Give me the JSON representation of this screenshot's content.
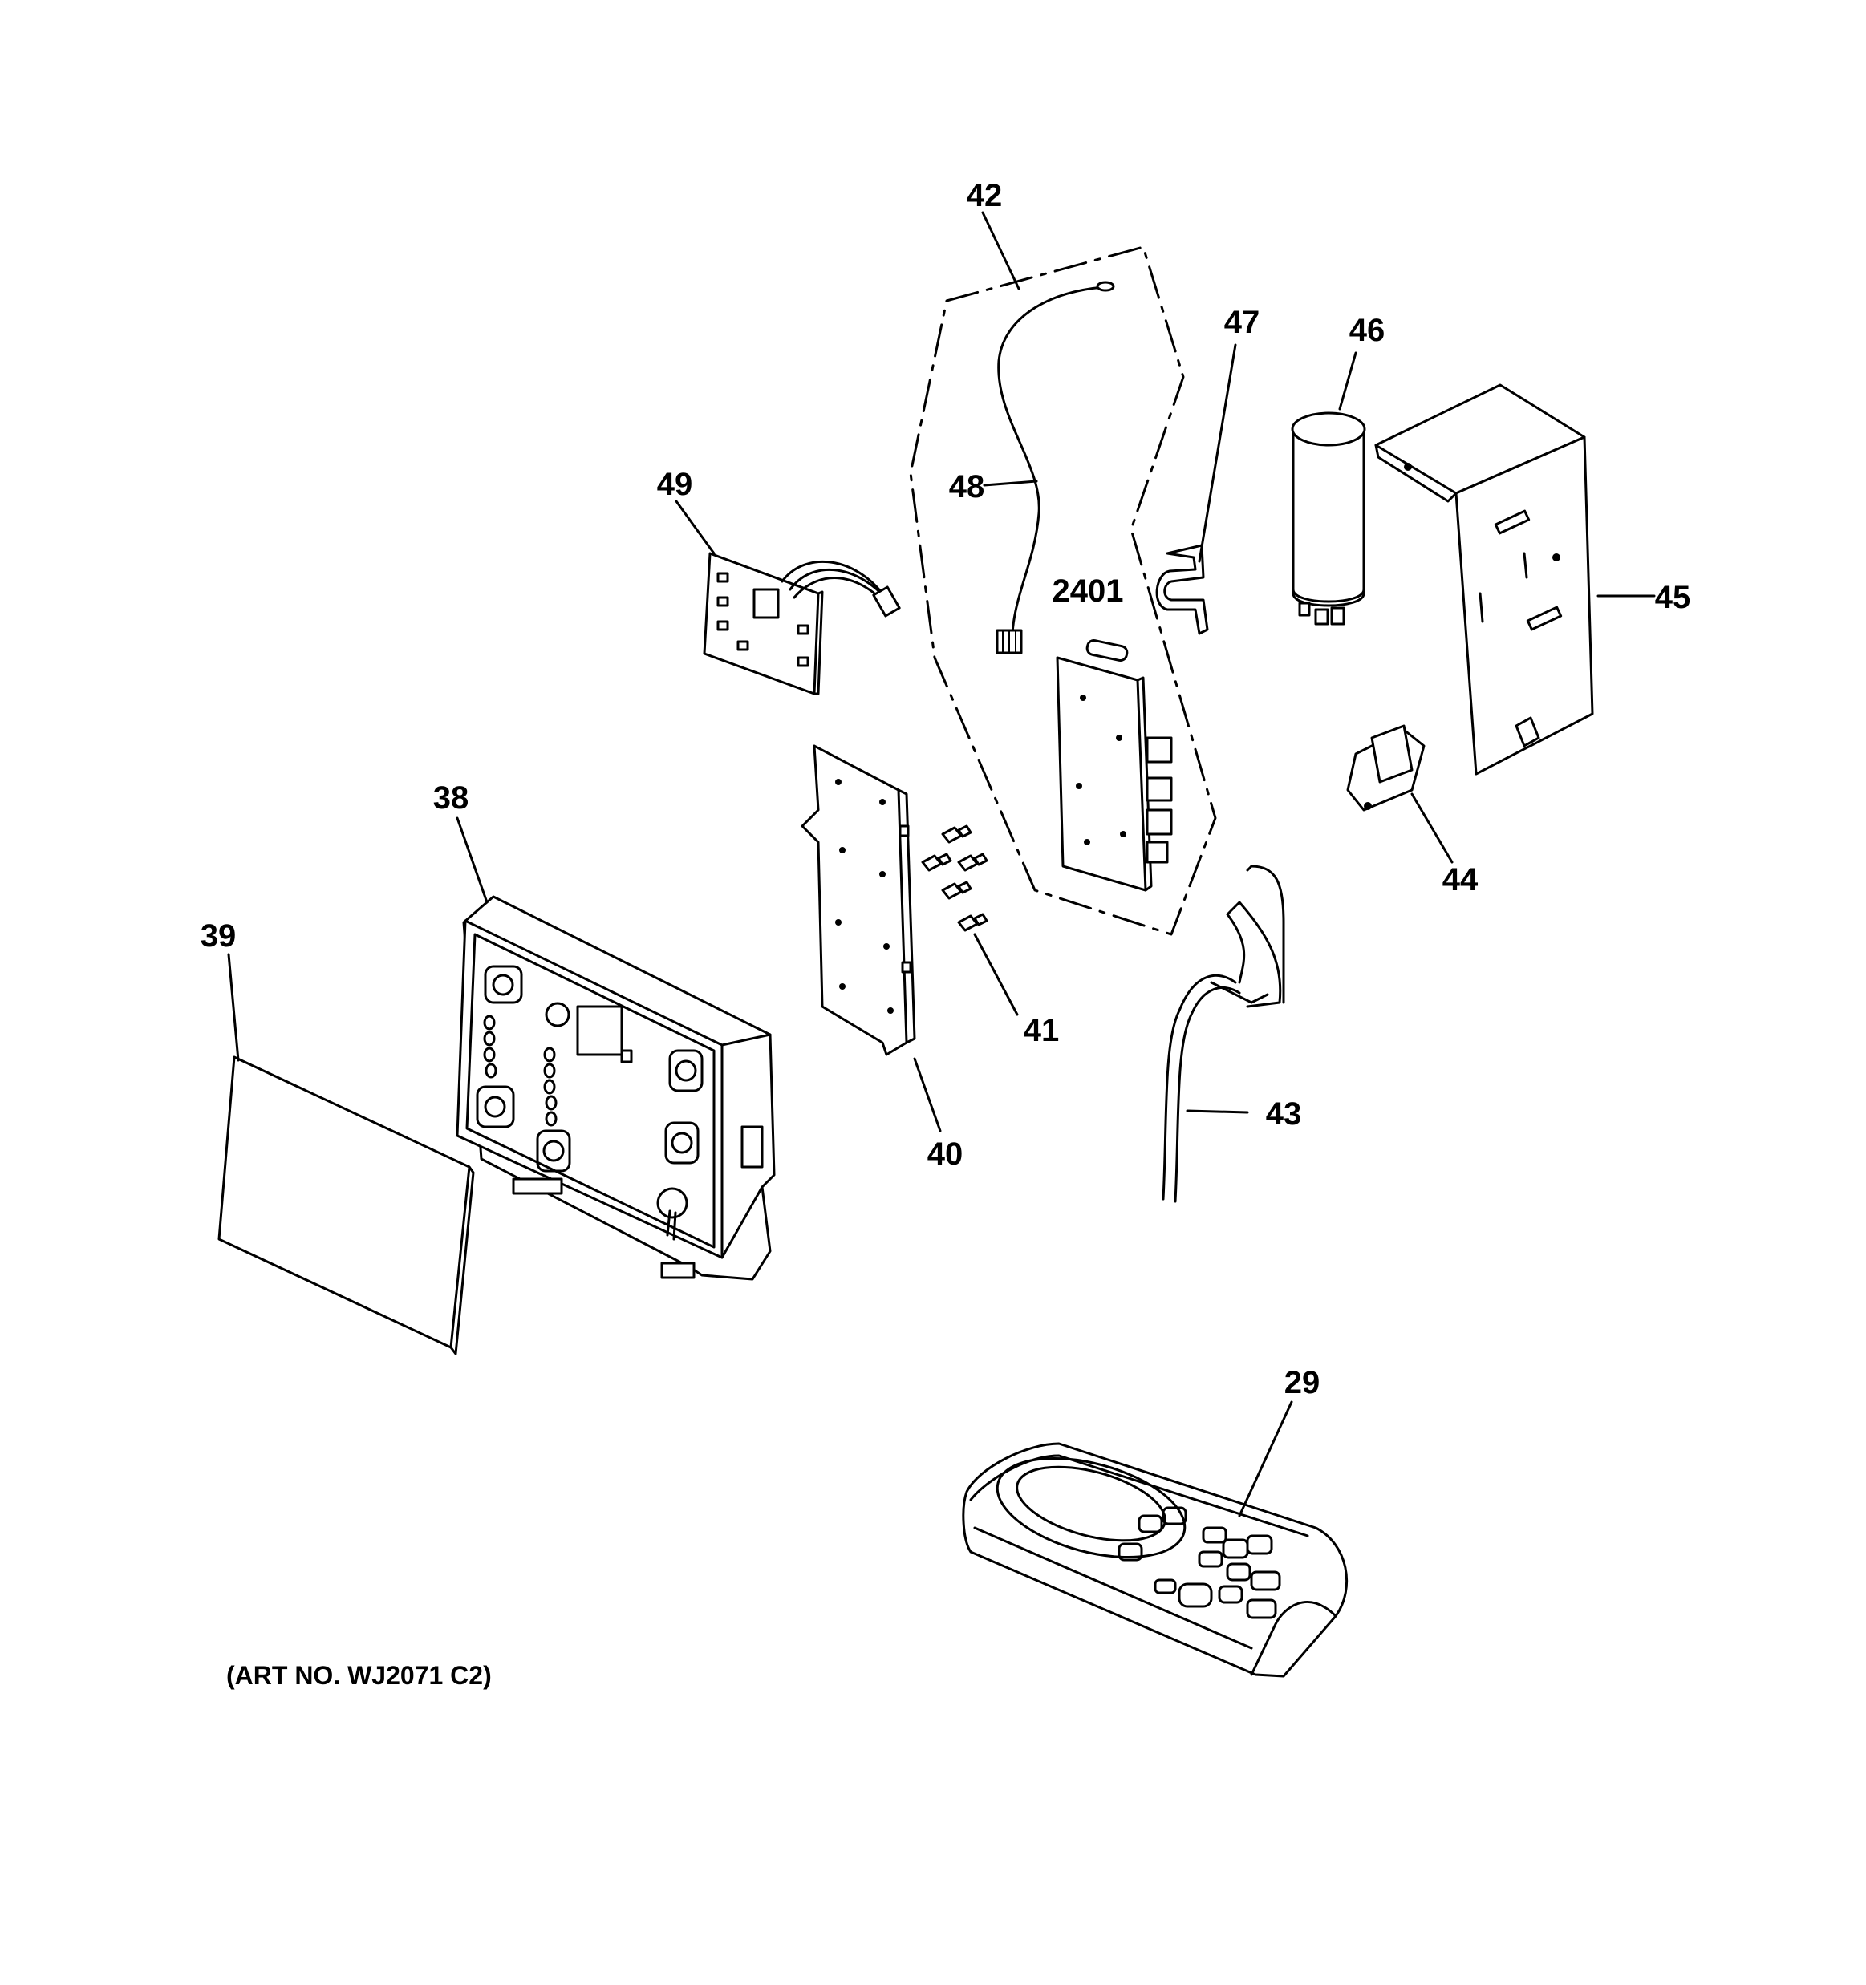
{
  "labels": {
    "p42": "42",
    "p47": "47",
    "p46": "46",
    "p49": "49",
    "p48": "48",
    "p2401": "2401",
    "p45": "45",
    "p38": "38",
    "p44": "44",
    "p39": "39",
    "p41": "41",
    "p43": "43",
    "p40": "40",
    "p29": "29"
  },
  "art_number": "(ART NO. WJ2071 C2)"
}
